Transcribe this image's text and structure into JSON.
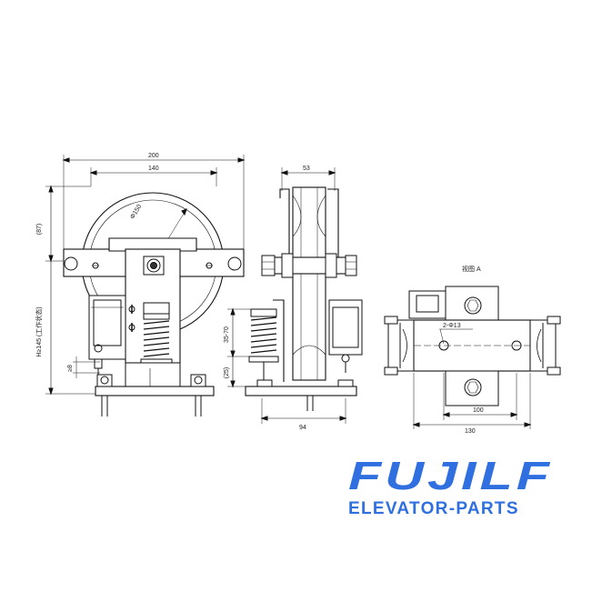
{
  "dimensions": {
    "front_width": "200",
    "front_inner": "140",
    "wheel_dia": "Φ150",
    "top_offset": "(87)",
    "height_working": "H≥145 (工作状态)",
    "gap_min": "≥8",
    "side_width": "53",
    "spring_range": "35-70",
    "spring_nominal": "(25)",
    "side_base": "94",
    "view_label": "视图 A",
    "hole_spec": "2-Φ13",
    "hole_pitch": "100",
    "top_width": "130"
  },
  "brand": {
    "logo_text": "FUJILF",
    "tagline": "ELEVATOR-PARTS",
    "color": "#2f6fe0"
  }
}
